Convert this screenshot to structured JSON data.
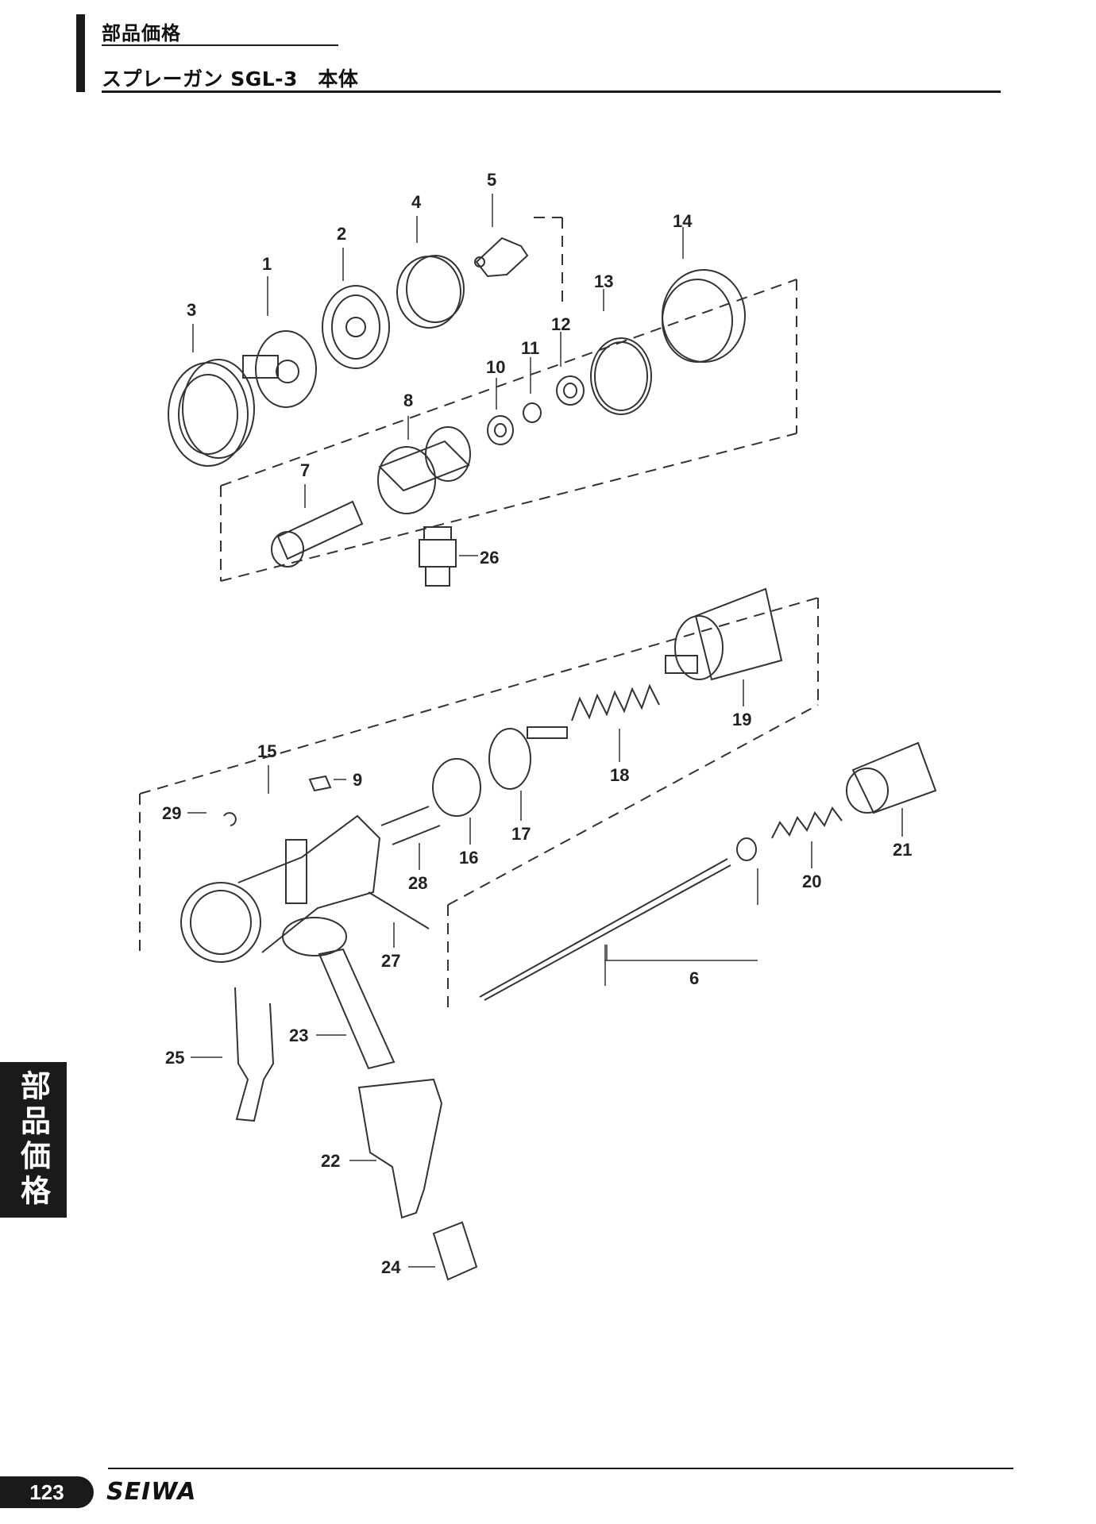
{
  "header": {
    "category": "部品価格",
    "title": "スプレーガン SGL-3　本体"
  },
  "side_tab": "部品価格",
  "footer": {
    "page_number": "123",
    "brand": "SEIWA"
  },
  "parts": [
    "1",
    "2",
    "3",
    "4",
    "5",
    "6",
    "7",
    "8",
    "9",
    "10",
    "11",
    "12",
    "13",
    "14",
    "15",
    "16",
    "17",
    "18",
    "19",
    "20",
    "21",
    "22",
    "23",
    "24",
    "25",
    "26",
    "27",
    "28",
    "29"
  ]
}
